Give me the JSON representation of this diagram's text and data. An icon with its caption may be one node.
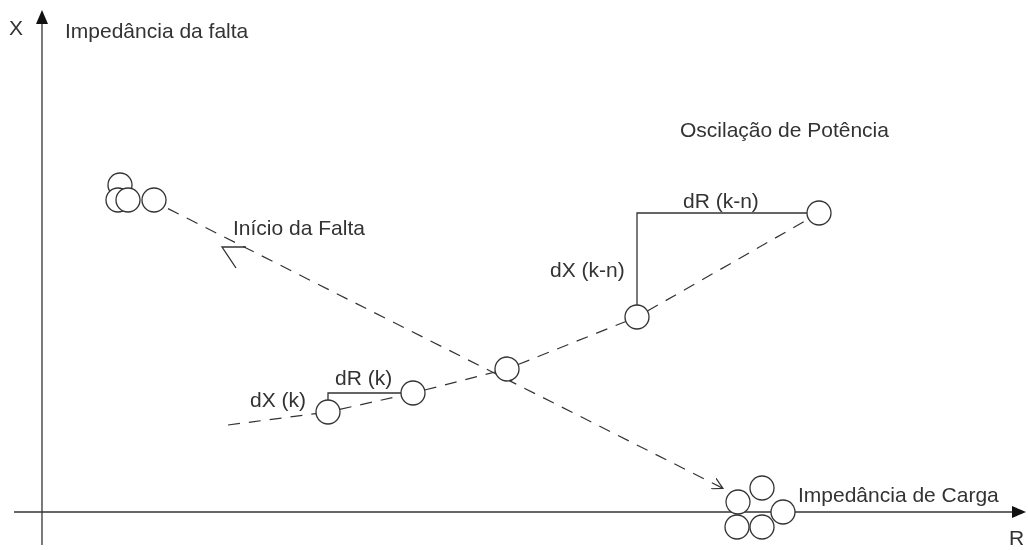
{
  "diagram": {
    "nodes": [
      {
        "text": [],
        "shape": "circle"
      },
      {
        "text": [],
        "shape": "circle",
        "beside": [
          "Impedância de Carga"
        ]
      },
      {
        "text": [],
        "shape": "circle"
      },
      {
        "text": [],
        "shape": "circle"
      },
      {
        "text": [],
        "shape": "circle"
      },
      {
        "text": [],
        "shape": "circle"
      },
      {
        "text": [],
        "shape": "circle"
      }
    ],
    "edges": [
      {
        "from": 0,
        "to": 1,
        "arrow": "to",
        "style": "dashed"
      },
      {
        "from": null,
        "to": 2,
        "arrow": "none",
        "style": "dashed"
      },
      {
        "from": 2,
        "to": 3,
        "arrow": "none",
        "style": "dashed"
      },
      {
        "from": 3,
        "to": 4,
        "arrow": "none",
        "style": "dashed"
      },
      {
        "from": 4,
        "to": 5,
        "arrow": "none",
        "style": "dashed"
      },
      {
        "from": 5,
        "to": 6,
        "arrow": "none",
        "style": "dashed"
      }
    ],
    "labels": [
      "X",
      "Impedância da falta",
      "Oscilação de Potência",
      "dR (k-n)",
      "Início da Falta",
      "dX (k-n)",
      "dR (k)",
      "dX (k)",
      "R"
    ]
  }
}
